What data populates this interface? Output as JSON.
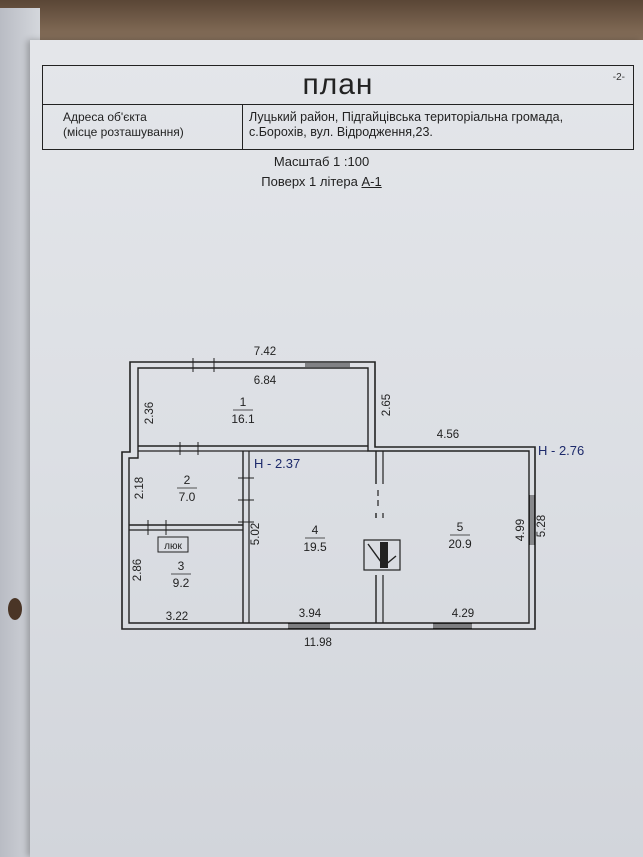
{
  "header": {
    "title": "план",
    "page_number": "-2-",
    "address_label_line1": "Адреса об'єкта",
    "address_label_line2": "(місце розташування)",
    "address_line1": "Луцький район, Підгайцівська територіальна громада,",
    "address_line2": "с.Борохів, вул. Відродження,23."
  },
  "scale": "Масштаб  1 :100",
  "floor": {
    "prefix": "Поверх 1 літера ",
    "letter": "А-1"
  },
  "plan": {
    "dimensions": {
      "top_outer": "7.42",
      "top_inner": "6.84",
      "room1_height": "2.36",
      "step_height": "2.65",
      "right_top": "4.56",
      "room2_height": "2.18",
      "room4_height": "5.02",
      "room5_inner": "4.99",
      "room5_outer": "5.28",
      "room3_height": "2.86",
      "room3_width": "3.22",
      "room4_width": "3.94",
      "room5_width": "4.29",
      "total_width": "11.98"
    },
    "heights": {
      "left": "Н - 2.37",
      "right": "Н - 2.76"
    },
    "rooms": [
      {
        "num": "1",
        "area": "16.1"
      },
      {
        "num": "2",
        "area": "7.0"
      },
      {
        "num": "3",
        "area": "9.2"
      },
      {
        "num": "4",
        "area": "19.5"
      },
      {
        "num": "5",
        "area": "20.9"
      }
    ],
    "hatch_label": "люк"
  },
  "colors": {
    "ink": "#222222",
    "height_ink": "#1d2a6b",
    "paper": "#dfe1e5"
  }
}
